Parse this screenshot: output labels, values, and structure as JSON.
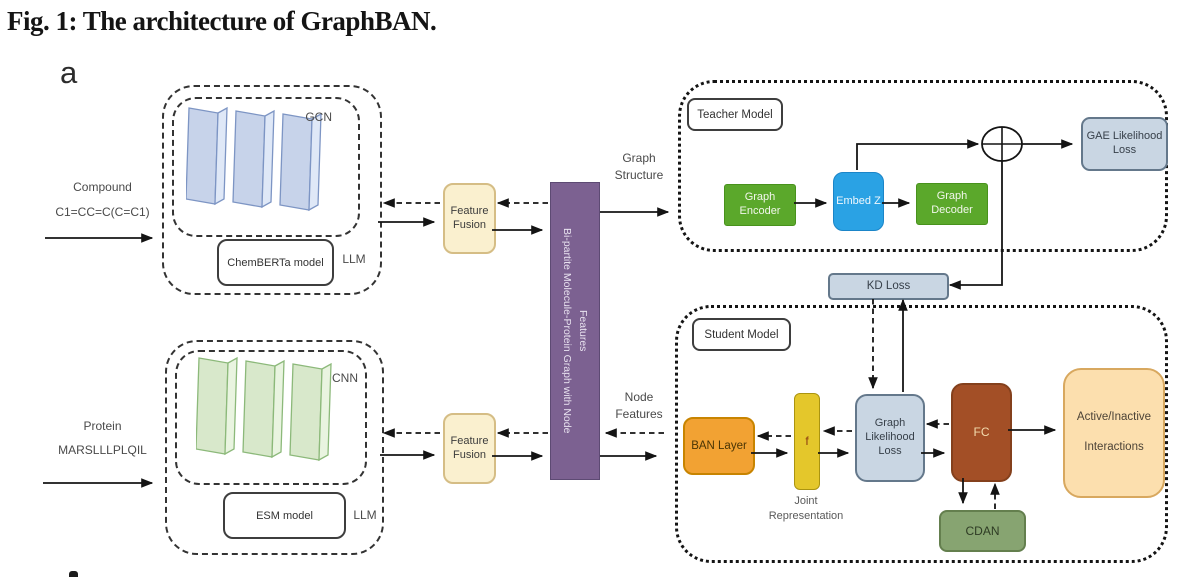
{
  "title": "Fig. 1: The architecture of GraphBAN.",
  "panel_a": "a",
  "compound": {
    "name": "Compound",
    "smiles": "C1=CC=C(C=C1)",
    "encoder": "GCN",
    "llm_model": "ChemBERTa model",
    "llm_tag": "LLM"
  },
  "protein": {
    "name": "Protein",
    "sequence": "MARSLLLPLQIL",
    "encoder": "CNN",
    "llm_model": "ESM model",
    "llm_tag": "LLM"
  },
  "fusion": {
    "label": "Feature Fusion"
  },
  "bipartite_graph": {
    "label": "Bi-partite Molecule-Protein Graph with Node Features"
  },
  "flows": {
    "graph_structure": "Graph Structure",
    "node_features": "Node Features"
  },
  "teacher": {
    "title": "Teacher Model",
    "graph_encoder": "Graph Encoder",
    "embed_z": "Embed Z",
    "graph_decoder": "Graph Decoder",
    "gae_loss": "GAE Likelihood Loss"
  },
  "kd_loss": {
    "label": "KD Loss"
  },
  "student": {
    "title": "Student Model",
    "ban_layer": "BAN Layer",
    "joint_f": "f",
    "joint_caption": "Joint Representation",
    "graph_likelihood_loss": "Graph Likelihood Loss",
    "fc": "FC",
    "cdan": "CDAN",
    "output": "Active/Inactive Interactions"
  },
  "colors": {
    "bipartite_bar": "#7c6191",
    "encoder_green": "#5ba82b",
    "embed_blue": "#2aa2e4",
    "loss_gray_blue": "#c9d6e3",
    "fusion_cream": "#faf0cf",
    "ban_orange": "#f2a233",
    "joint_yellow": "#e4c72b",
    "fc_brown": "#a34f26",
    "cdan_green": "#87a471",
    "output_peach": "#fcdfae"
  }
}
